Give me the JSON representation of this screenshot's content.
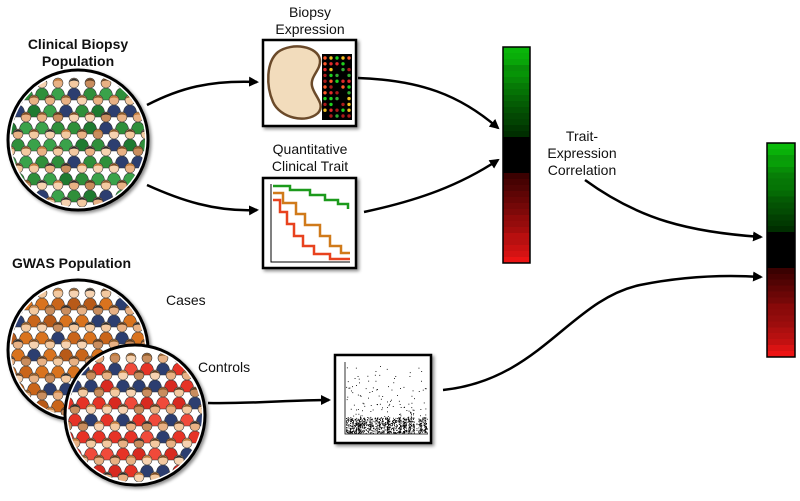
{
  "labels": {
    "clinical_title_line1": "Clinical Biopsy",
    "clinical_title_line2": "Population",
    "gwas_title": "GWAS Population",
    "biopsy_line1": "Biopsy",
    "biopsy_line2": "Expression",
    "trait_line1": "Quantitative",
    "trait_line2": "Clinical Trait",
    "corr_line1": "Trait-",
    "corr_line2": "Expression",
    "corr_line3": "Correlation",
    "cases": "Cases",
    "controls": "Controls"
  },
  "colors": {
    "green": "#1f9e1f",
    "black": "#000000",
    "red": "#e8302a",
    "shirt_green": "#2f8f3a",
    "shirt_orange": "#d9731e",
    "shirt_red": "#e63326",
    "kidney": "#f2dcbc",
    "trait_green": "#1c9a1c",
    "trait_orange": "#d07a1a",
    "trait_red": "#e8421e"
  },
  "icons": {
    "kidney": "kidney-icon",
    "people": "people-crowd-icon",
    "manhattan": "manhattan-plot-icon"
  }
}
